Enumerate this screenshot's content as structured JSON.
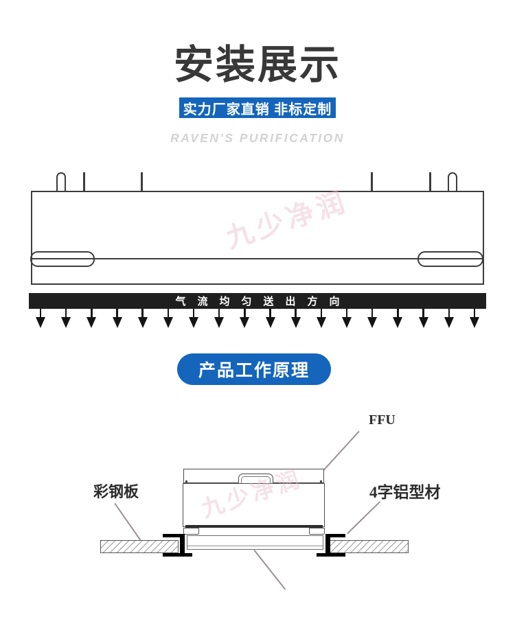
{
  "header": {
    "title": "安装展示",
    "subtitle_banner": "实力厂家直销 非标定制",
    "tagline": "RAVEN'S PURIFICATION"
  },
  "installation_drawing": {
    "airflow_bar_label": "气流均匀送出方向",
    "arrow_count": 18
  },
  "principle_section": {
    "button_label": "产品工作原理",
    "labels": {
      "ffu": "FFU",
      "color_steel_plate": "彩钢板",
      "aluminum_profile": "4字铝型材"
    }
  },
  "watermark": {
    "text": "九少净润"
  },
  "colors": {
    "accent_blue": "#1465bb",
    "title_dark": "#383838",
    "bar_black": "#1f1f1f",
    "drawing_line": "#3c3c3c",
    "leader_line": "#9c8f96",
    "tagline_gray": "#d2d2d2"
  }
}
